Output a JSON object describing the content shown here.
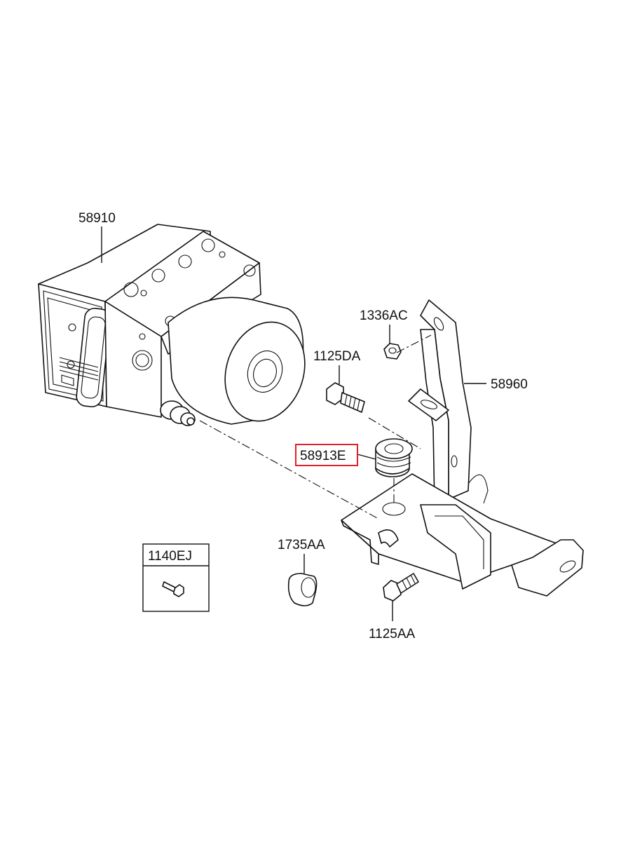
{
  "labels": {
    "abs_module": "58910",
    "nut": "1336AC",
    "bolt_upper": "1125DA",
    "bracket": "58960",
    "bushing": "58913E",
    "inset_part": "1140EJ",
    "sleeve": "1735AA",
    "bolt_lower": "1125AA"
  },
  "highlight_color": "#e0202a"
}
